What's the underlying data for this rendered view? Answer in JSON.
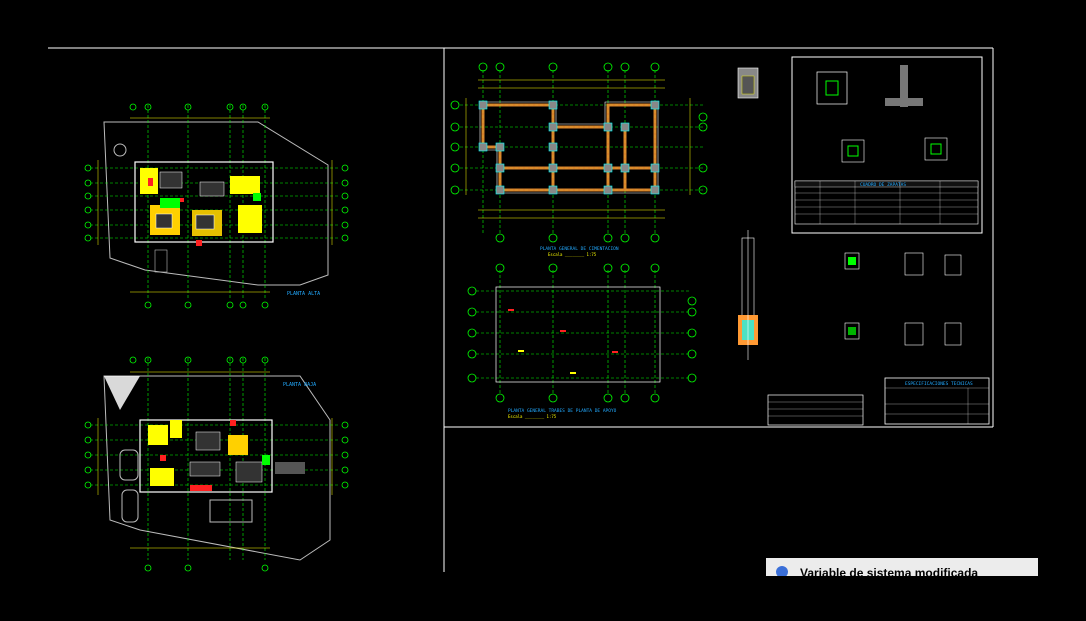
{
  "drawing": {
    "background": "#000000",
    "colors": {
      "axis": "#00ff00",
      "dim": "#ffff00",
      "wall": "#ffffff",
      "column": "#ff2020",
      "text": "#22aaff",
      "beam": "#ff9933",
      "accent": "#00ffff"
    },
    "left_plan_titles": [
      "PLANTA ALTA",
      "PLANTA BAJA"
    ],
    "foundation_title": "PLANTA GENERAL DE CIMENTACION",
    "foundation_scale": "Escala ________ 1:75",
    "slab_title": "PLANTA GENERAL TRABES DE PLANTA DE APOYO",
    "slab_scale": "Escala ________ 1:75",
    "schedule_title": "CUADRO DE ZAPATAS",
    "title_block": "ESPECIFICACIONES TECNICAS"
  },
  "notification": {
    "text": "Variable de sistema modificada",
    "icon": "info-icon"
  }
}
